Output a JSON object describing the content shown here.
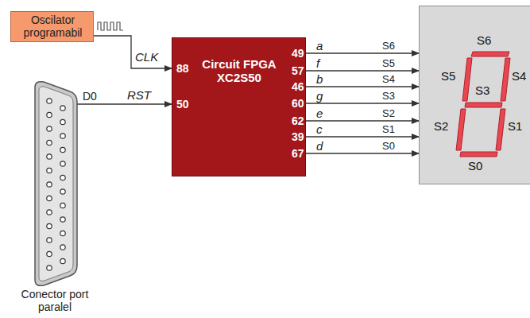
{
  "diagram": {
    "nodes": [
      {
        "text": [
          "Oscilator programabil"
        ]
      },
      {
        "text": [
          "Circuit FPGA XC2S50"
        ]
      },
      {
        "text": [
          "Conector port paralel"
        ]
      },
      {
        "text": [
          "S6",
          "S5",
          "S4",
          "S3",
          "S2",
          "S1",
          "S0"
        ]
      }
    ],
    "edges": [
      {
        "from": 0,
        "to": 1,
        "arrow": "to",
        "label": "CLK"
      },
      {
        "from": 2,
        "to": 1,
        "arrow": "to",
        "label": "RST"
      },
      {
        "from": 1,
        "to": 3,
        "arrow": "to",
        "label": "a"
      },
      {
        "from": 1,
        "to": 3,
        "arrow": "to",
        "label": "f"
      },
      {
        "from": 1,
        "to": 3,
        "arrow": "to",
        "label": "b"
      },
      {
        "from": 1,
        "to": 3,
        "arrow": "to",
        "label": "g"
      },
      {
        "from": 1,
        "to": 3,
        "arrow": "to",
        "label": "e"
      },
      {
        "from": 1,
        "to": 3,
        "arrow": "to",
        "label": "c"
      },
      {
        "from": 1,
        "to": 3,
        "arrow": "to",
        "label": "d"
      }
    ],
    "labels": [
      "D0",
      "88",
      "50",
      "49",
      "57",
      "46",
      "60",
      "62",
      "39",
      "67",
      "S6",
      "S5",
      "S4",
      "S3",
      "S2",
      "S1",
      "S0"
    ]
  }
}
